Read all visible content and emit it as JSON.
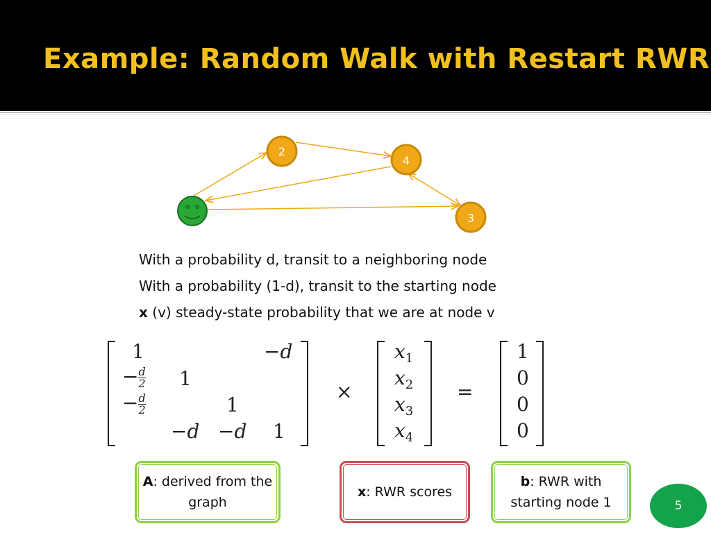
{
  "slide": {
    "title": "Example: Random Walk with Restart RWR",
    "page_number": "5"
  },
  "graph": {
    "nodes": [
      {
        "id": "1",
        "label": "",
        "icon": "smiley-face-icon",
        "color": "#2aa836"
      },
      {
        "id": "2",
        "label": "2",
        "color": "#f0a818"
      },
      {
        "id": "3",
        "label": "3",
        "color": "#f0a818"
      },
      {
        "id": "4",
        "label": "4",
        "color": "#f0a818"
      }
    ],
    "edge_color": "#f0a818"
  },
  "bullets": [
    {
      "bold": "",
      "text": "With a probability d, transit to a neighboring node"
    },
    {
      "bold": "",
      "text": "With a probability (1-d), transit to the starting node"
    },
    {
      "bold": "x",
      "text": " (v) steady-state probability that we are at  node v"
    }
  ],
  "equation": {
    "matrix_A": [
      [
        "1",
        "",
        "",
        "−d"
      ],
      [
        "−d/2",
        "1",
        "",
        ""
      ],
      [
        "−d/2",
        "",
        "1",
        ""
      ],
      [
        "",
        "−d",
        "−d",
        "1"
      ]
    ],
    "times": "×",
    "vector_x": [
      "x1",
      "x2",
      "x3",
      "x4"
    ],
    "equals": "=",
    "vector_b": [
      "1",
      "0",
      "0",
      "0"
    ]
  },
  "annotations": {
    "A": {
      "bold": "A",
      "text": ": derived from the graph"
    },
    "x": {
      "bold": "x",
      "text": ": RWR scores"
    },
    "b": {
      "bold": "b",
      "text": ": RWR with starting node 1"
    }
  }
}
